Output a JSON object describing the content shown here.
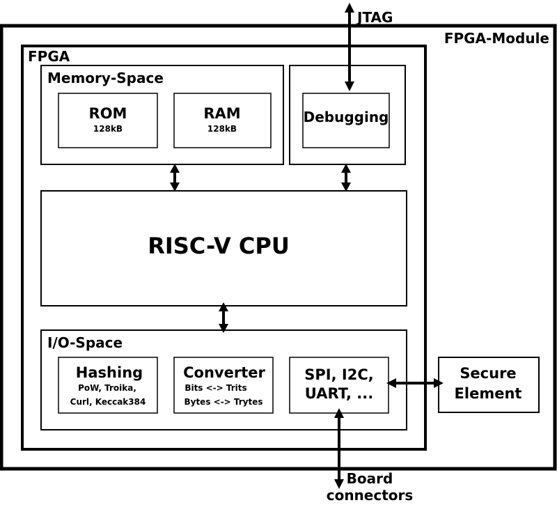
{
  "labels": {
    "jtag": "JTAG",
    "fpga_module": "FPGA-Module",
    "fpga": "FPGA",
    "memory_space": "Memory-Space",
    "rom": "ROM",
    "rom_size": "128kB",
    "ram": "RAM",
    "ram_size": "128kB",
    "debugging": "Debugging",
    "cpu": "RISC-V CPU",
    "io_space": "I/O-Space",
    "hashing": "Hashing",
    "hashing_line1": "PoW, Troika,",
    "hashing_line2": "Curl, Keccak384",
    "converter": "Converter",
    "converter_line1": "Bits <-> Trits",
    "converter_line2": "Bytes <-> Trytes",
    "periph_line1": "SPI, I2C,",
    "periph_line2": "UART, ...",
    "secure_line1": "Secure",
    "secure_line2": "Element",
    "board_line1": "Board",
    "board_line2": "connectors"
  }
}
